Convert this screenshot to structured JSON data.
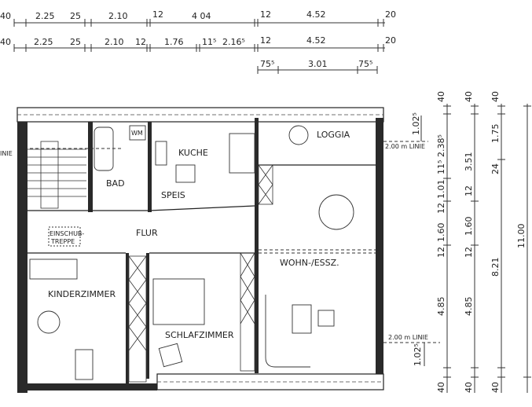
{
  "rooms": {
    "kitchen": "KUCHE",
    "bath": "BAD",
    "pantry": "SPEIS",
    "loggia": "LOGGIA",
    "hall": "FLUR",
    "attic_stair_1": "EINSCHUB-",
    "attic_stair_2": "TREPPE",
    "kids_room": "KINDERZIMMER",
    "bedroom": "SCHLAFZIMMER",
    "living": "WOHN-/ESSZ.",
    "washer": "WM"
  },
  "notes": {
    "line_top": "2.00 m LINIE",
    "line_bottom": "2.00 m LINIE",
    "line_left": "INIE"
  },
  "top_dims": {
    "row1": [
      "40",
      "2.25",
      "25",
      "2.10",
      "12",
      "4 04",
      "12",
      "4.52",
      "20"
    ],
    "row2": [
      "40",
      "2.25",
      "25",
      "2.10",
      "12",
      "1.76",
      "11⁵",
      "2.16⁵",
      "12",
      "4.52",
      "20"
    ],
    "row3": [
      "75⁵",
      "3.01",
      "75⁵"
    ]
  },
  "right_dims": {
    "col1": [
      "40",
      "2.38⁵",
      "11⁵",
      "1.01",
      "12",
      "1.60",
      "12",
      "4.85",
      "40"
    ],
    "col2": [
      "40",
      "3.51",
      "12",
      "1.60",
      "12",
      "4.85",
      "40"
    ],
    "col3": [
      "40",
      "1.75",
      "24",
      "8.21",
      "40"
    ],
    "col4": [
      "11.00"
    ],
    "offset_top": "1.02⁵",
    "offset_bottom": "1.02⁵"
  }
}
